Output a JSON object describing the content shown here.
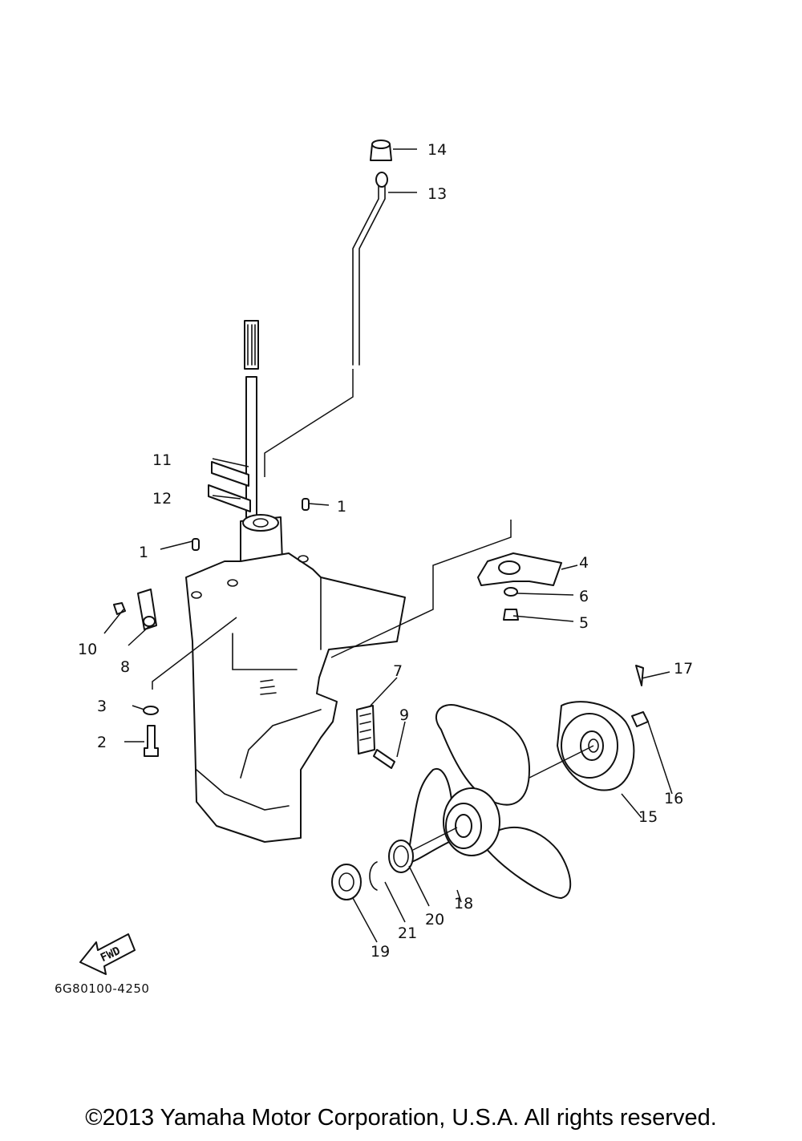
{
  "diagram": {
    "part_numbers": [
      "1",
      "2",
      "3",
      "4",
      "5",
      "6",
      "7",
      "8",
      "9",
      "10",
      "11",
      "12",
      "13",
      "14",
      "15",
      "16",
      "17",
      "18",
      "19",
      "20",
      "21"
    ],
    "fwd_label": "FWD",
    "drawing_code": "6G80100-4250"
  },
  "footer": {
    "copyright": "©2013 Yamaha Motor Corporation, U.S.A. All rights reserved."
  }
}
